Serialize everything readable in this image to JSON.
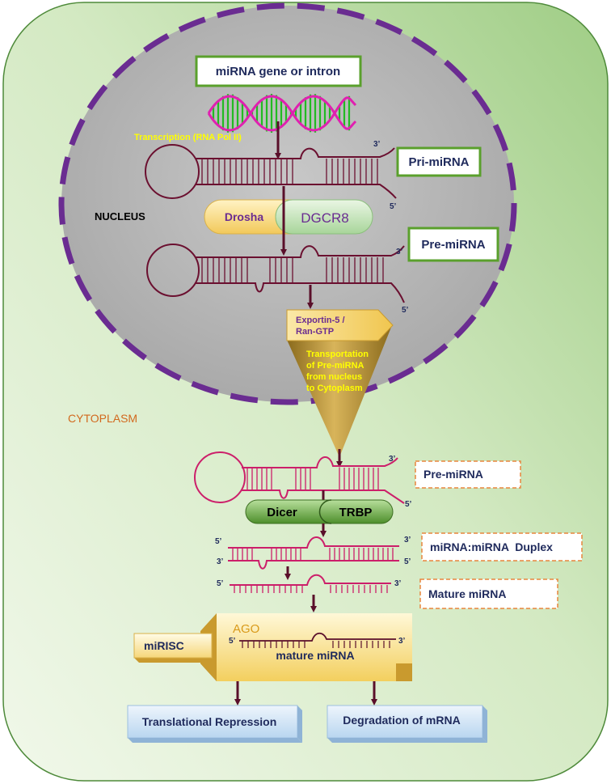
{
  "labels": {
    "gene_box": "miRNA gene or intron",
    "transcription": "Transcription (RNA Pol II)",
    "pri_mirna": "Pri-miRNA",
    "nucleus": "NUCLEUS",
    "drosha": "Drosha",
    "dgcr8": "DGCR8",
    "pre_mirna_nucleus": "Pre-miRNA",
    "exportin_line1": "Exportin-5 /",
    "exportin_line2": "Ran-GTP",
    "transport_line1": "Transportation",
    "transport_line2": "of Pre-miRNA",
    "transport_line3": "from nucleus",
    "transport_line4": "to Cytoplasm",
    "cytoplasm": "CYTOPLASM",
    "pre_mirna_cyto": "Pre-miRNA",
    "dicer": "Dicer",
    "trbp": "TRBP",
    "duplex": "miRNA:miRNA  Duplex",
    "mature": "Mature miRNA",
    "mirisc": "miRISC",
    "ago": "AGO",
    "mature_in_ago": "mature miRNA",
    "translational_repression": "Translational Repression",
    "degradation": "Degradation of mRNA",
    "three_prime": "3’",
    "five_prime": "5’"
  },
  "colors": {
    "cell_fill_light": "#eef6e6",
    "cell_fill_dark": "#a8d28c",
    "nucleus_fill": "#b6b6b6",
    "nucleus_border": "#6a2c91",
    "nuclear_rna": "#6b1030",
    "cyto_rna": "#cc1f6a",
    "arrow": "#5a0f2a",
    "green_box_border": "#5aa02c",
    "orange_box_border": "#e8853d",
    "label_navy": "#1f2a5c",
    "label_purple": "#6a2c91",
    "yellow_text": "#ffff00",
    "cytoplasm_text": "#d2691e",
    "ago_text": "#d99a1a"
  }
}
